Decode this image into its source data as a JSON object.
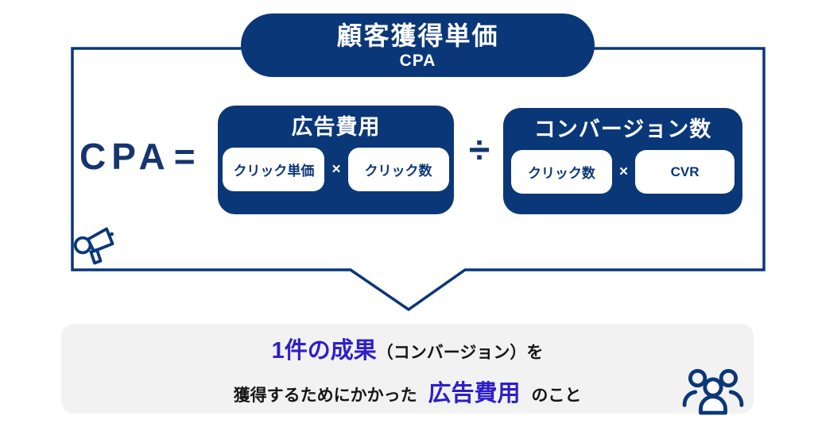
{
  "colors": {
    "navy": "#0a3778",
    "formula_text": "#14356f",
    "emphasis_blue": "#2e1fc7",
    "description_bg": "#f2f2f2",
    "text_black": "#161616"
  },
  "header": {
    "title": "顧客獲得単価",
    "subtitle": "CPA"
  },
  "formula": {
    "lhs": "CPA",
    "equals": "=",
    "divide": "÷",
    "numerator": {
      "title": "広告費用",
      "factor1": "クリック単価",
      "operator": "×",
      "factor2": "クリック数"
    },
    "denominator": {
      "title": "コンバージョン数",
      "factor1": "クリック数",
      "operator": "×",
      "factor2": "CVR"
    }
  },
  "description": {
    "line1_emphasis": "1件の成果",
    "line1_rest": "（コンバージョン）を",
    "line2_pre": "獲得するためにかかった ",
    "line2_emphasis": "広告費用",
    "line2_post": " のこと"
  },
  "icons": {
    "megaphone": "megaphone-icon",
    "people_group": "people-group-icon"
  }
}
